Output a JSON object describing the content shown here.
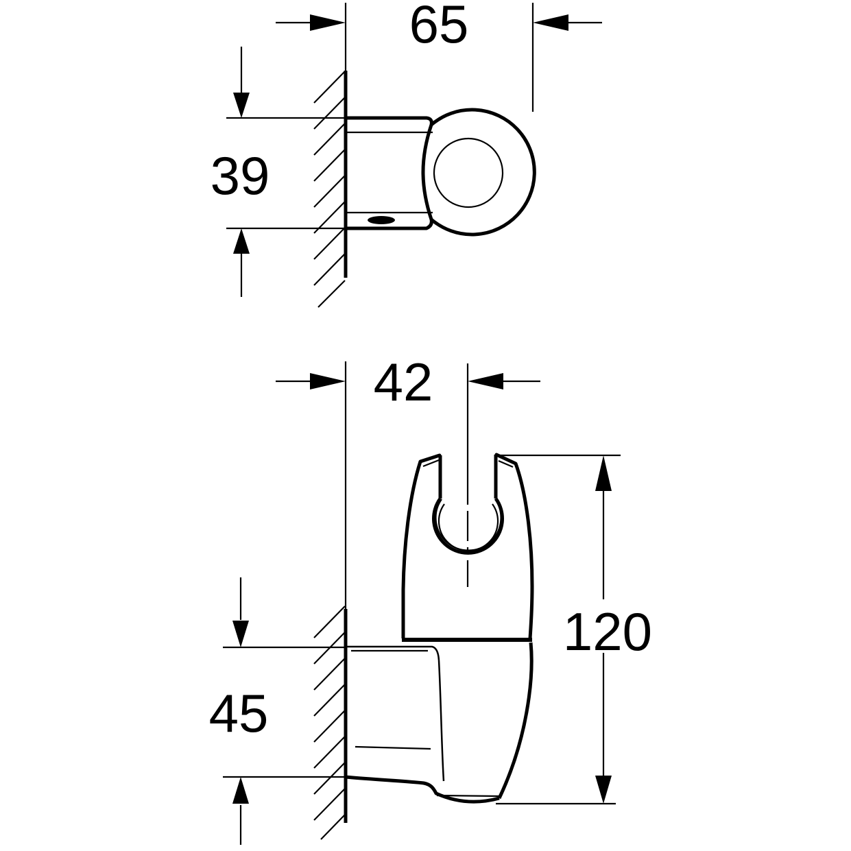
{
  "drawing": {
    "description": "Technical dimension drawing of a wall-mounted hand shower holder, two views with wall hatching",
    "colors": {
      "line": "#000000",
      "background": "#ffffff"
    }
  },
  "dims": {
    "d65": {
      "label": "65"
    },
    "d39": {
      "label": "39"
    },
    "d42": {
      "label": "42"
    },
    "d120": {
      "label": "120"
    },
    "d45": {
      "label": "45"
    }
  }
}
